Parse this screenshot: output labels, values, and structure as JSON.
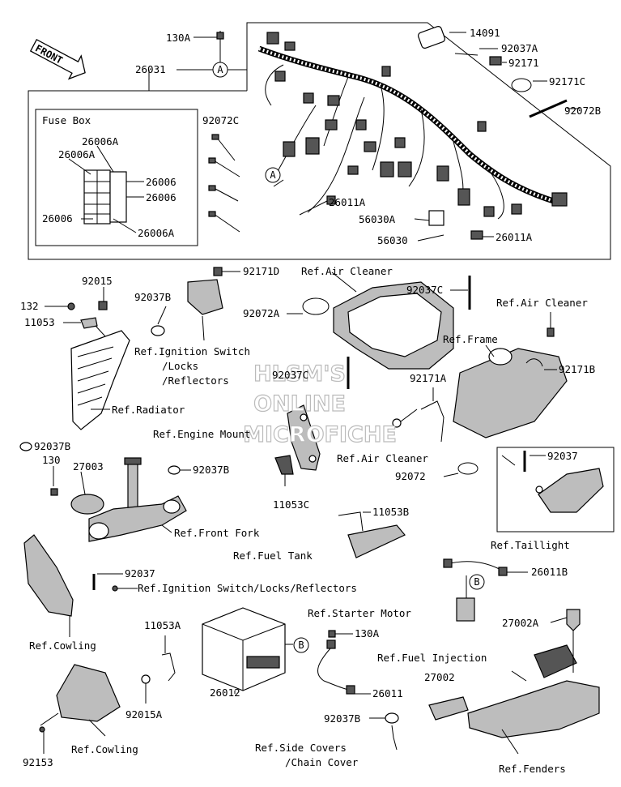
{
  "front_arrow": "FRONT",
  "fuse_box_title": "Fuse Box",
  "circle_markers": {
    "a": "A",
    "b": "B"
  },
  "watermark": [
    "HLSM'S",
    "ONLINE",
    "MICROFICHE"
  ],
  "labels": {
    "p130A_top": "130A",
    "p26031": "26031",
    "p14091": "14091",
    "p92037A": "92037A",
    "p92171": "92171",
    "p92171C": "92171C",
    "p92072B": "92072B",
    "p92072C": "92072C",
    "p26006A_1": "26006A",
    "p26006A_2": "26006A",
    "p26006_1": "26006",
    "p26006_2": "26006",
    "p26006_3": "26006",
    "p26006A_3": "26006A",
    "p26011A_1": "26011A",
    "p56030A": "56030A",
    "p56030": "56030",
    "p26011A_2": "26011A",
    "p92015": "92015",
    "p132": "132",
    "p11053": "11053",
    "p92037B_1": "92037B",
    "p92171D": "92171D",
    "ref_air_cleaner_1": "Ref.Air Cleaner",
    "p92037C_1": "92037C",
    "ref_air_cleaner_2": "Ref.Air Cleaner",
    "p92072A": "92072A",
    "ref_ignition_1": "Ref.Ignition Switch",
    "ref_ignition_2": "/Locks",
    "ref_ignition_3": "/Reflectors",
    "ref_frame": "Ref.Frame",
    "p92037C_2": "92037C",
    "p92171B": "92171B",
    "p92171A": "92171A",
    "ref_radiator": "Ref.Radiator",
    "ref_engine_mount": "Ref.Engine Mount",
    "ref_air_cleaner_3": "Ref.Air Cleaner",
    "p92037B_2": "92037B",
    "p130": "130",
    "p27003": "27003",
    "p92037B_3": "92037B",
    "p92072": "92072",
    "p92037_1": "92037",
    "p11053C": "11053C",
    "p11053B": "11053B",
    "ref_front_fork": "Ref.Front Fork",
    "ref_fuel_tank": "Ref.Fuel Tank",
    "ref_taillight": "Ref.Taillight",
    "p92037_2": "92037",
    "ref_ignition_long": "Ref.Ignition Switch/Locks/Reflectors",
    "p26011B": "26011B",
    "ref_starter_motor": "Ref.Starter Motor",
    "ref_cowling_1": "Ref.Cowling",
    "p11053A": "11053A",
    "p130A_bottom": "130A",
    "p27002A": "27002A",
    "ref_fuel_injection": "Ref.Fuel Injection",
    "p26012": "26012",
    "p26011": "26011",
    "p27002": "27002",
    "p92015A": "92015A",
    "p92037B_4": "92037B",
    "ref_cowling_2": "Ref.Cowling",
    "ref_side_covers_1": "Ref.Side Covers",
    "ref_side_covers_2": "/Chain Cover",
    "p92153": "92153",
    "ref_fenders": "Ref.Fenders"
  }
}
